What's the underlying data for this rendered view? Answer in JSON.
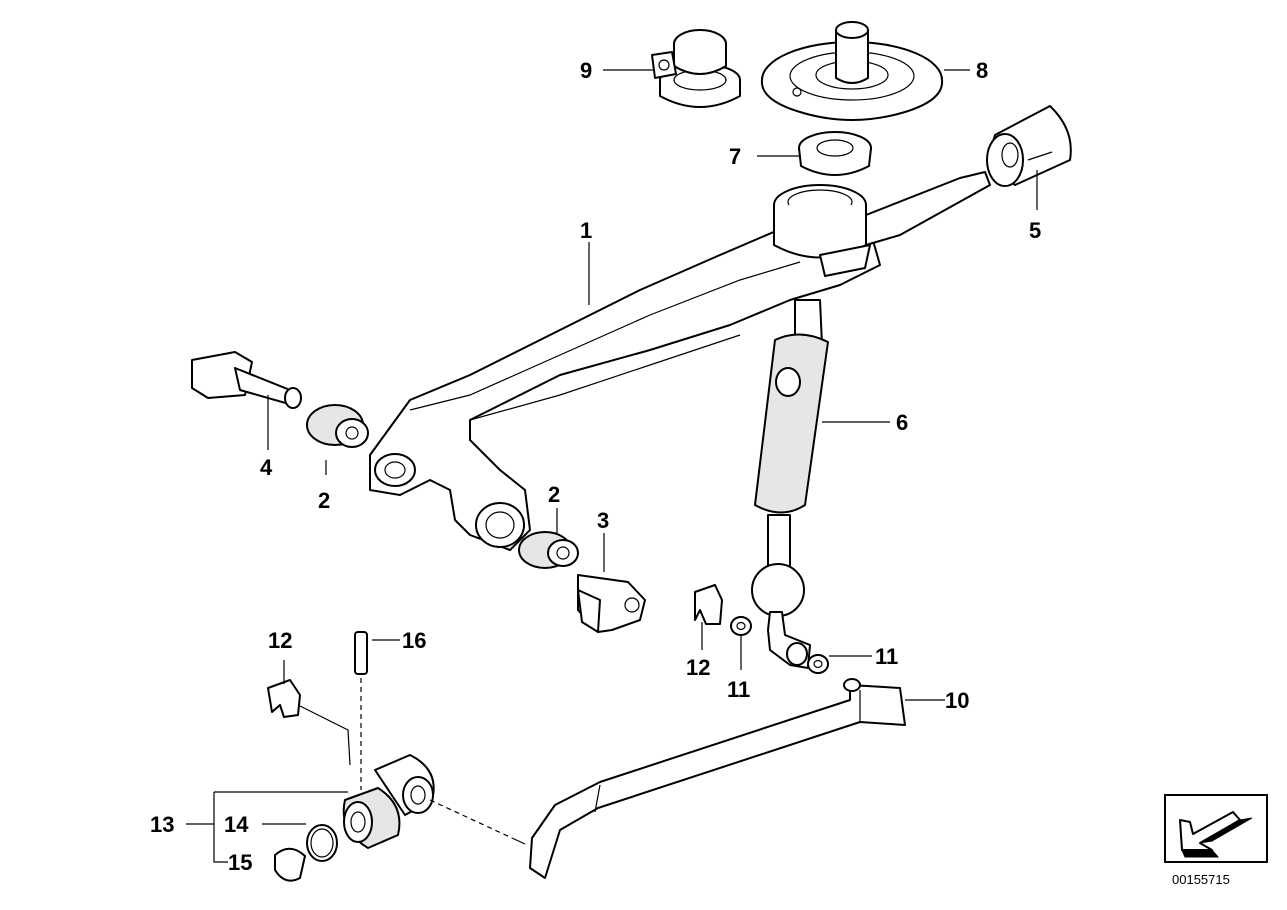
{
  "callouts": [
    {
      "id": "c1",
      "label": "1"
    },
    {
      "id": "c2a",
      "label": "2"
    },
    {
      "id": "c2b",
      "label": "2"
    },
    {
      "id": "c3",
      "label": "3"
    },
    {
      "id": "c4",
      "label": "4"
    },
    {
      "id": "c5",
      "label": "5"
    },
    {
      "id": "c6",
      "label": "6"
    },
    {
      "id": "c7",
      "label": "7"
    },
    {
      "id": "c8",
      "label": "8"
    },
    {
      "id": "c9",
      "label": "9"
    },
    {
      "id": "c10",
      "label": "10"
    },
    {
      "id": "c11a",
      "label": "11"
    },
    {
      "id": "c11b",
      "label": "11"
    },
    {
      "id": "c12a",
      "label": "12"
    },
    {
      "id": "c12b",
      "label": "12"
    },
    {
      "id": "c13",
      "label": "13"
    },
    {
      "id": "c14",
      "label": "14"
    },
    {
      "id": "c15",
      "label": "15"
    },
    {
      "id": "c16",
      "label": "16"
    }
  ],
  "document_number": "00155715",
  "icons": {
    "orientation": "direction-arrow-icon"
  },
  "colors": {
    "line": "#000000",
    "background": "#ffffff"
  }
}
